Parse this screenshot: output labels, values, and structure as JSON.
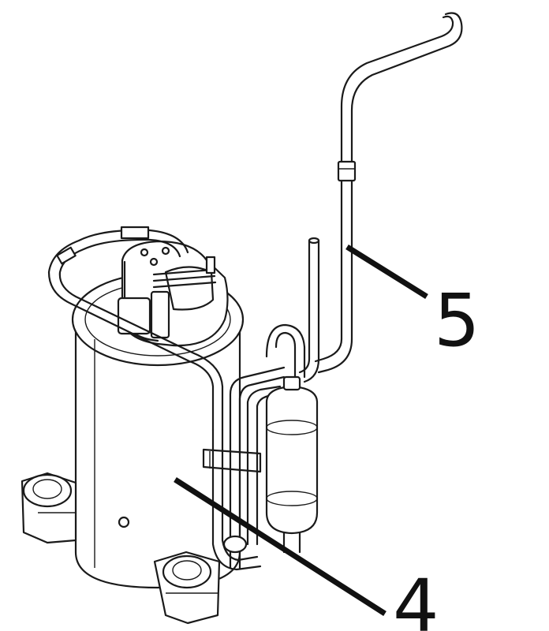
{
  "callouts": [
    {
      "id": "4",
      "label": "4"
    },
    {
      "id": "5",
      "label": "5"
    }
  ]
}
